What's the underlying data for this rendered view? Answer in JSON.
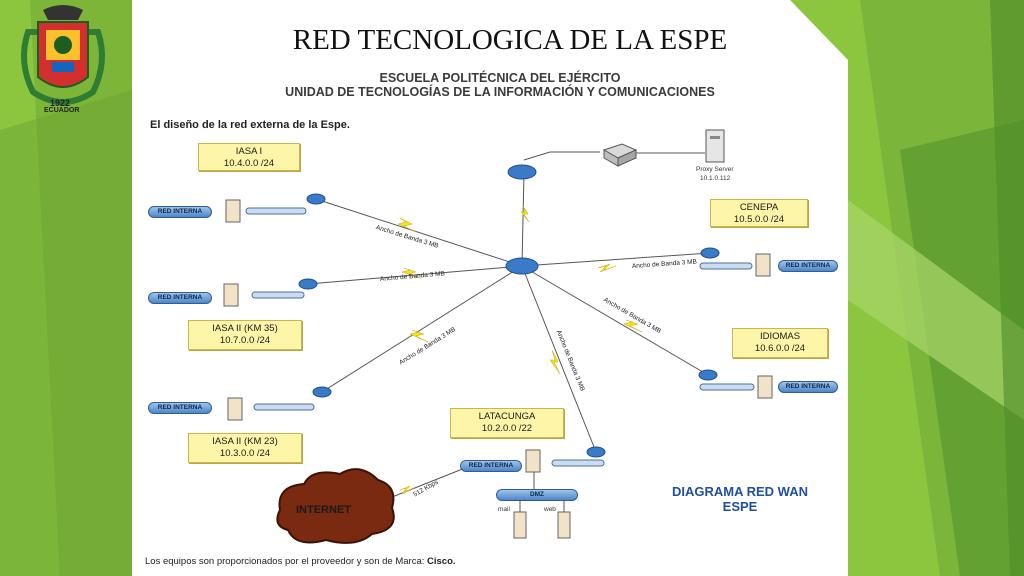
{
  "slide": {
    "title": "RED TECNOLOGICA DE LA ESPE",
    "colors": {
      "green_light": "#8cc63f",
      "green_dark": "#5a9a2f",
      "accent": "#1f4ea3"
    },
    "logo": {
      "name": "espe-crest",
      "year": "1922",
      "country": "ECUADOR"
    }
  },
  "diagram": {
    "header_1": "ESCUELA POLITÉCNICA DEL EJÉRCITO",
    "header_2": "UNIDAD DE TECNOLOGÍAS DE LA INFORMACIÓN Y COMUNICACIONES",
    "subtitle": "El diseño de la red externa de la Espe.",
    "footer_text": "Los equipos son proporcionados por el proveedor y son de Marca: ",
    "footer_brand": "Cisco.",
    "wan_title_1": "DIAGRAMA RED WAN",
    "wan_title_2": "ESPE",
    "red_interna": "RED INTERNA",
    "sites": [
      {
        "name": "IASA I",
        "net": "10.4.0.0 /24"
      },
      {
        "name": "IASA II  (KM 35)",
        "net": "10.7.0.0 /24"
      },
      {
        "name": "IASA II  (KM 23)",
        "net": "10.3.0.0 /24"
      },
      {
        "name": "LATACUNGA",
        "net": "10.2.0.0 /22"
      },
      {
        "name": "CENEPA",
        "net": "10.5.0.0 /24"
      },
      {
        "name": "IDIOMAS",
        "net": "10.6.0.0 /24"
      }
    ],
    "proxy_label": "Proxy Server",
    "proxy_ip": "10.1.0.112",
    "bandwidth_label": "Ancho de Banda  3 MB",
    "kbps_label": "512 Kbps",
    "internet_label": "INTERNET",
    "dmz_label": "DMZ",
    "mail_label": "mail",
    "web_label": "web"
  }
}
